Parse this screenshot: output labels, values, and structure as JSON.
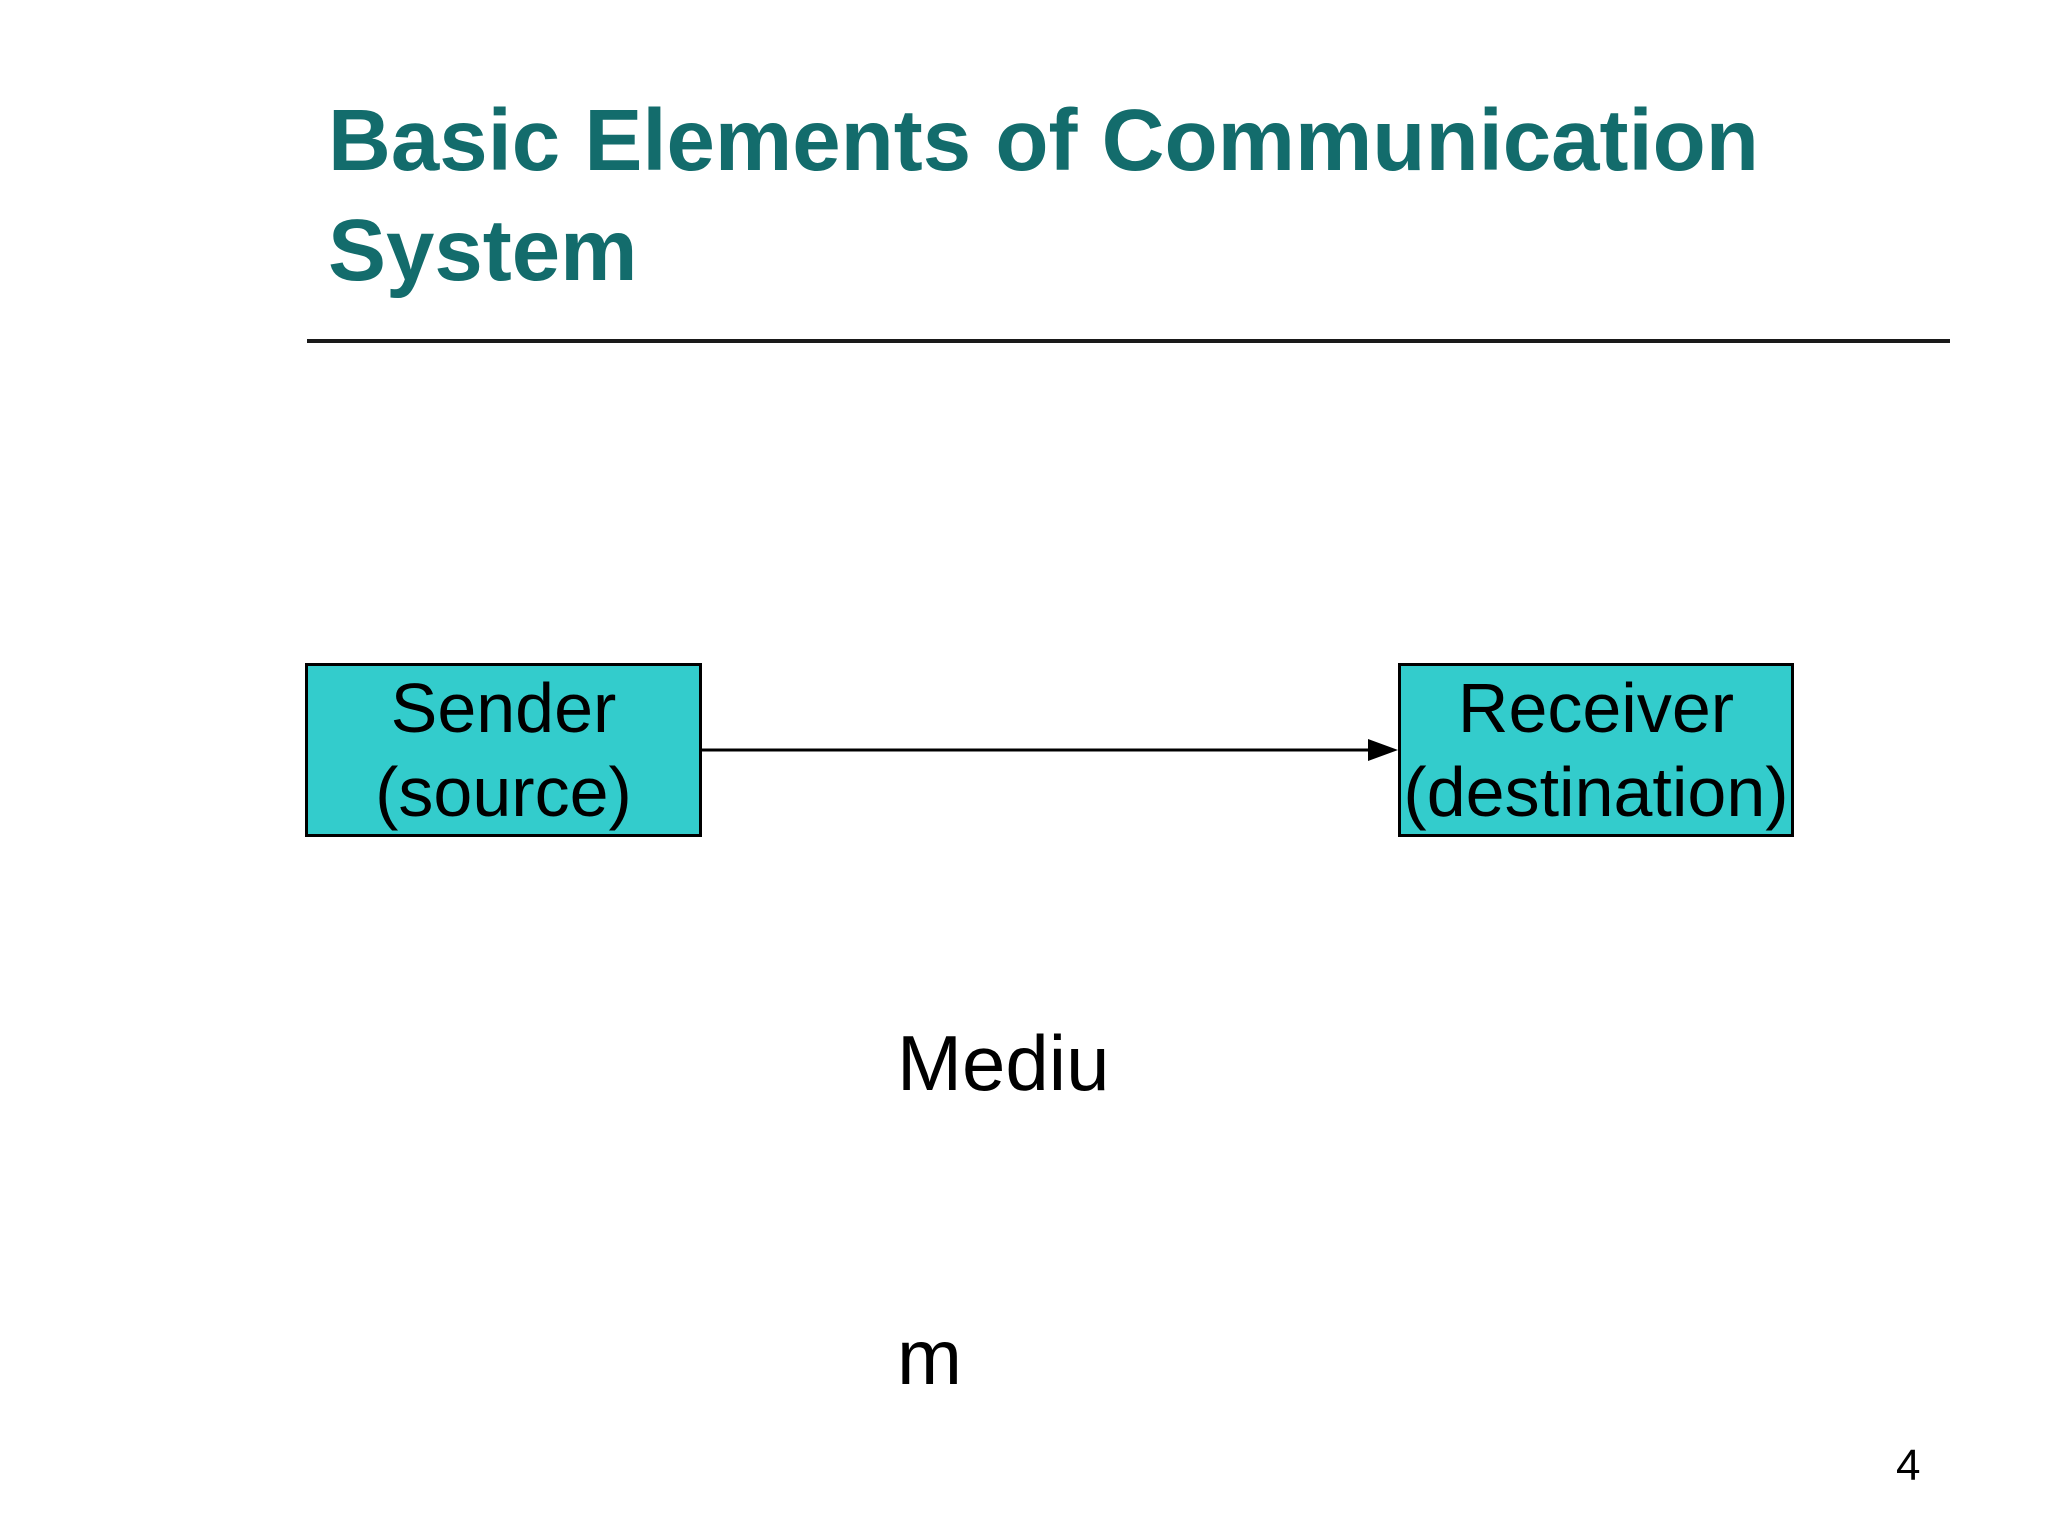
{
  "slide": {
    "title": "Basic Elements of Communication System",
    "page_number": "4"
  },
  "diagram": {
    "sender": {
      "line1": "Sender",
      "line2": "(source)"
    },
    "receiver": {
      "line1": "Receiver",
      "line2": "(destination)"
    },
    "medium": {
      "line1": "Mediu",
      "line2": "m"
    }
  },
  "colors": {
    "background": "#ffffff",
    "title_text": "#136c6c",
    "rule": "#1a1a1a",
    "box_fill": "#33cccc",
    "box_border": "#000000",
    "body_text": "#000000"
  }
}
